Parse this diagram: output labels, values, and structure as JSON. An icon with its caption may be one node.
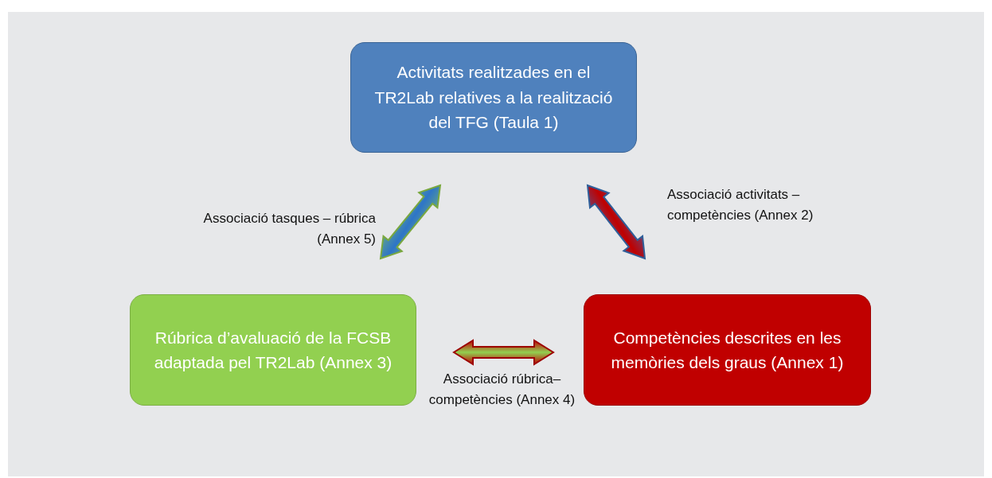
{
  "diagram": {
    "nodes": [
      {
        "text": [
          "Activitats realitzades en el TR2Lab relatives a la realització del TFG (Taula 1)"
        ]
      },
      {
        "text": [
          "Rúbrica d’avaluació de la FCSB adaptada pel TR2Lab (Annex 3)"
        ]
      },
      {
        "text": [
          "Competències descrites en les memòries dels graus (Annex 1)"
        ]
      }
    ],
    "edges": [
      {
        "from": 1,
        "to": 0,
        "arrow": "both",
        "label": "Associació tasques – rúbrica (Annex 5)"
      },
      {
        "from": 0,
        "to": 2,
        "arrow": "both",
        "label": "Associació activitats – competències (Annex 2)"
      },
      {
        "from": 1,
        "to": 2,
        "arrow": "both",
        "label": "Associació rúbrica– competències (Annex 4)"
      }
    ]
  }
}
